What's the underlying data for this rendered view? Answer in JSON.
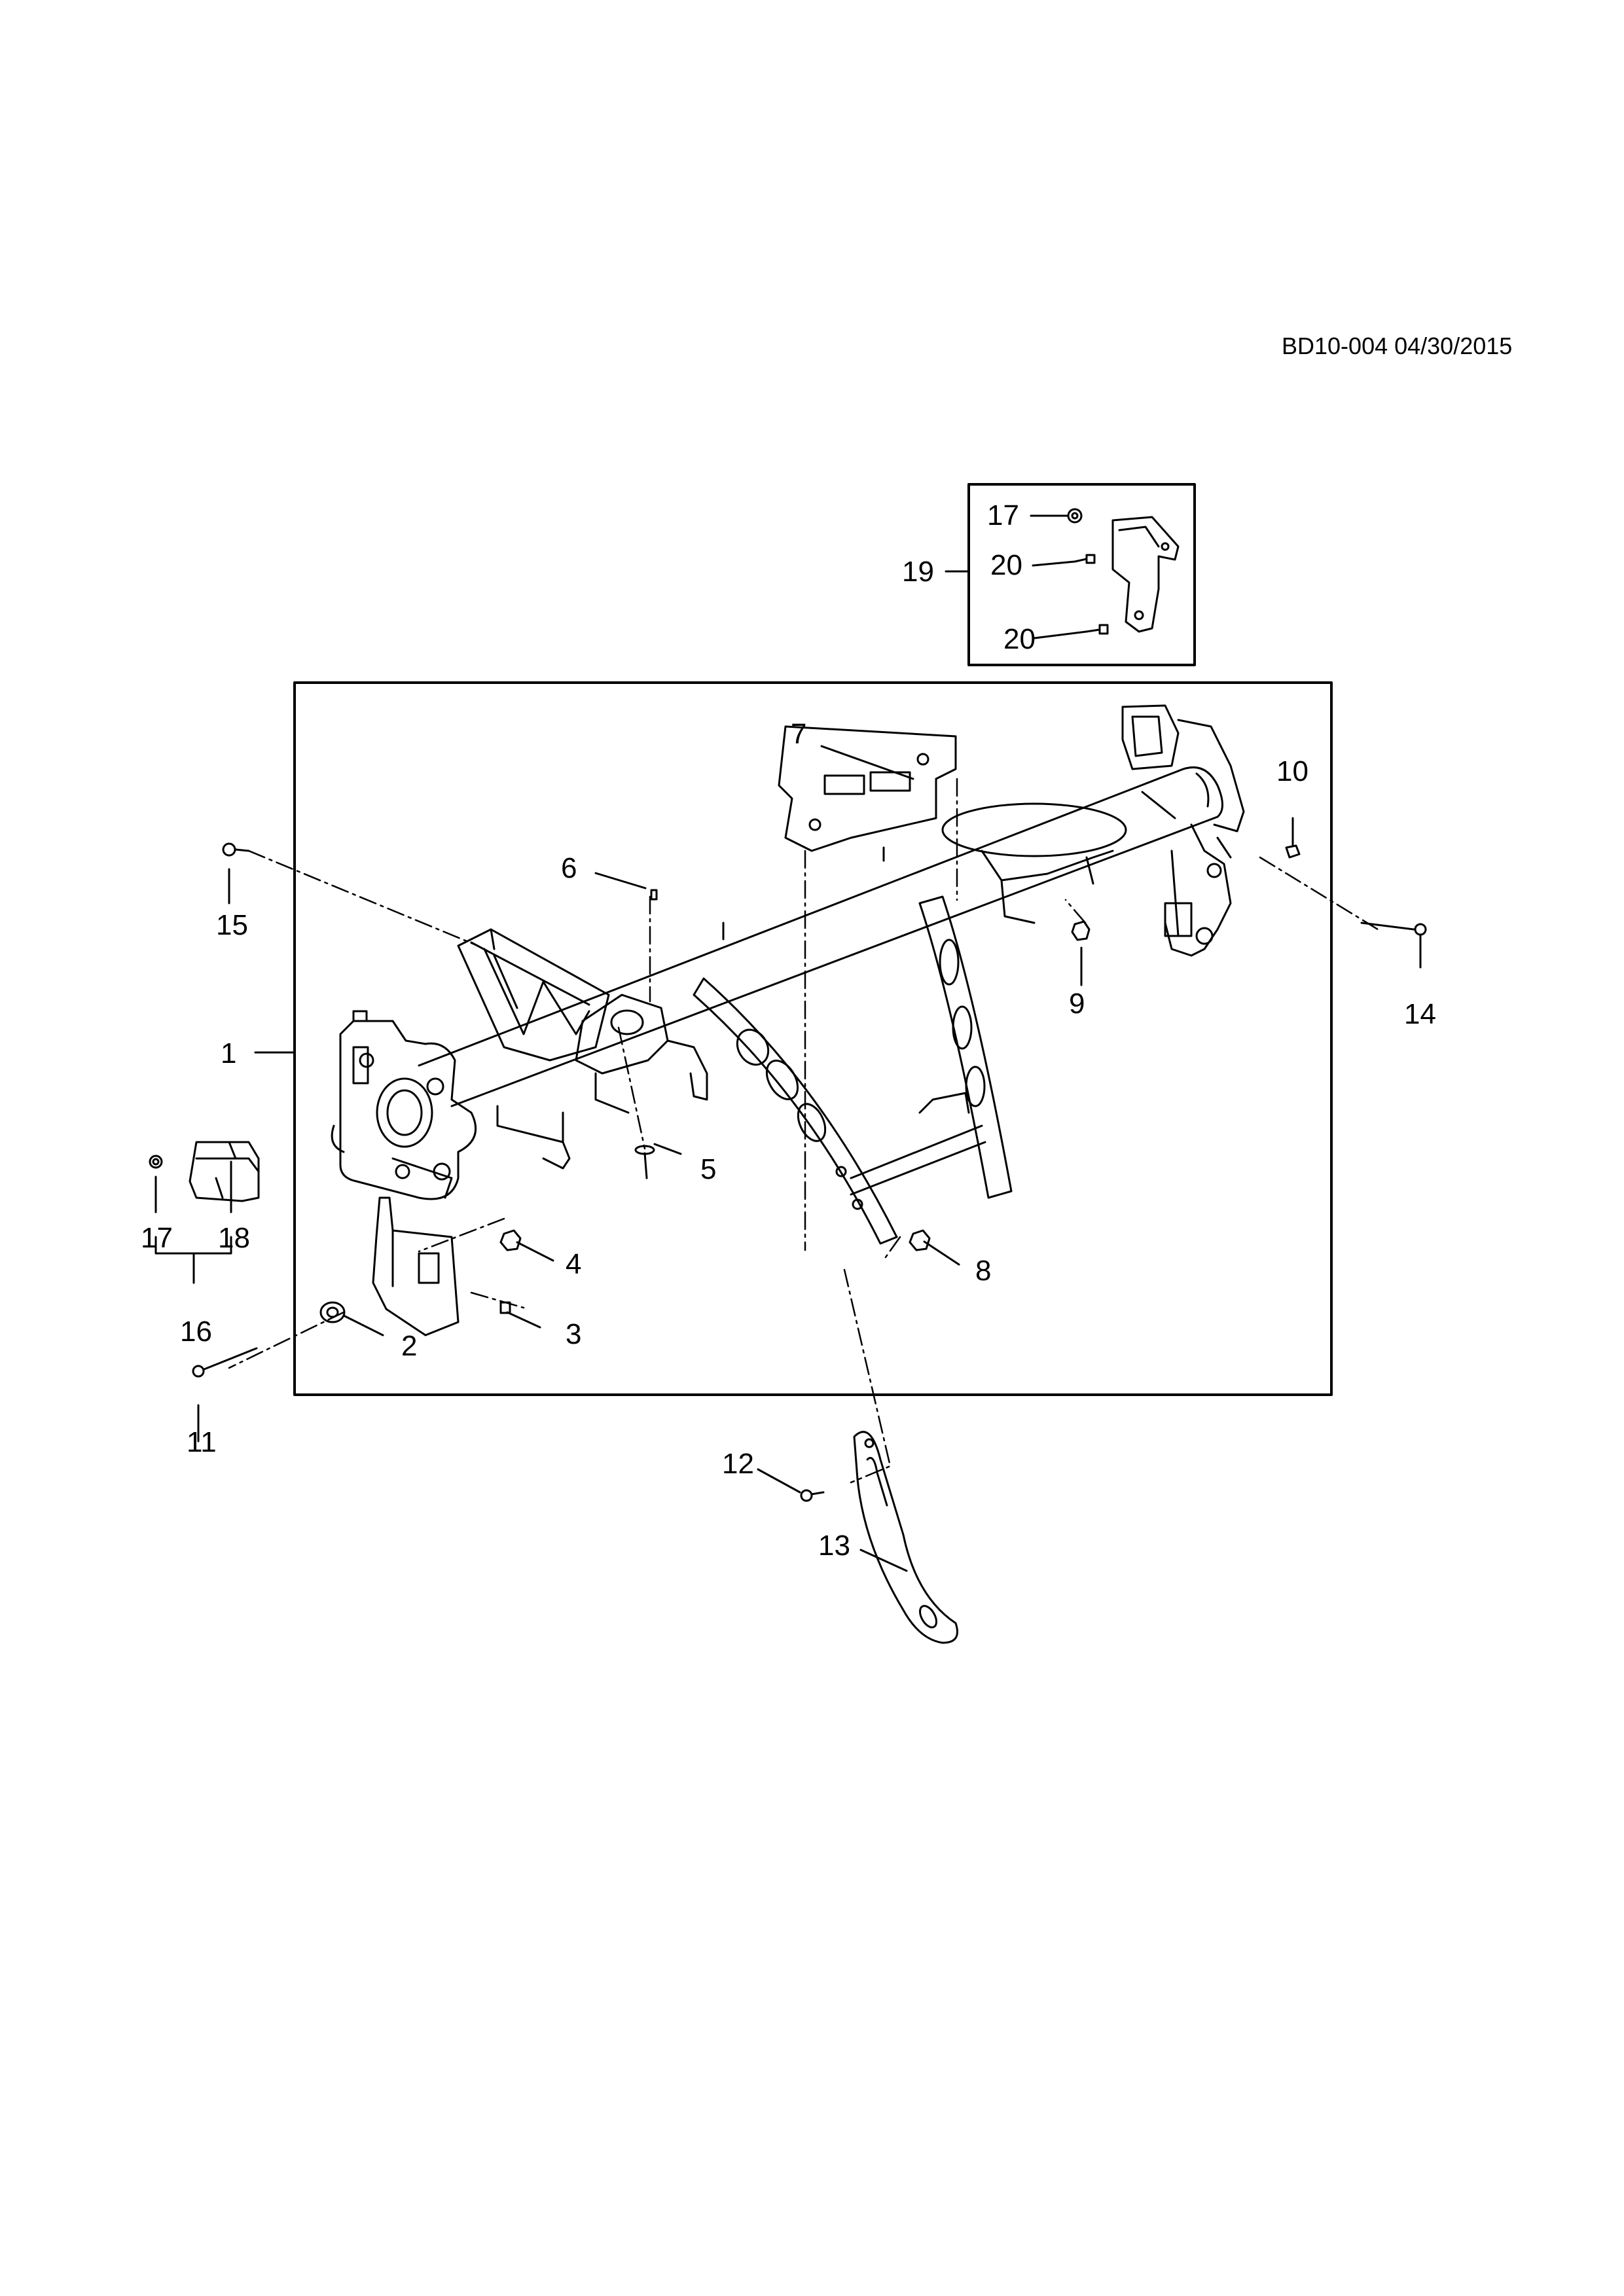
{
  "header": {
    "drawing_code": "BD10-004 04/30/2015"
  },
  "callouts": {
    "c1": "1",
    "c2": "2",
    "c3": "3",
    "c4": "4",
    "c5": "5",
    "c6": "6",
    "c7": "7",
    "c8": "8",
    "c9": "9",
    "c10": "10",
    "c11": "11",
    "c12": "12",
    "c13": "13",
    "c14": "14",
    "c15": "15",
    "c16": "16",
    "c17a": "17",
    "c17b": "17",
    "c18": "18",
    "c19": "19",
    "c20a": "20",
    "c20b": "20"
  }
}
